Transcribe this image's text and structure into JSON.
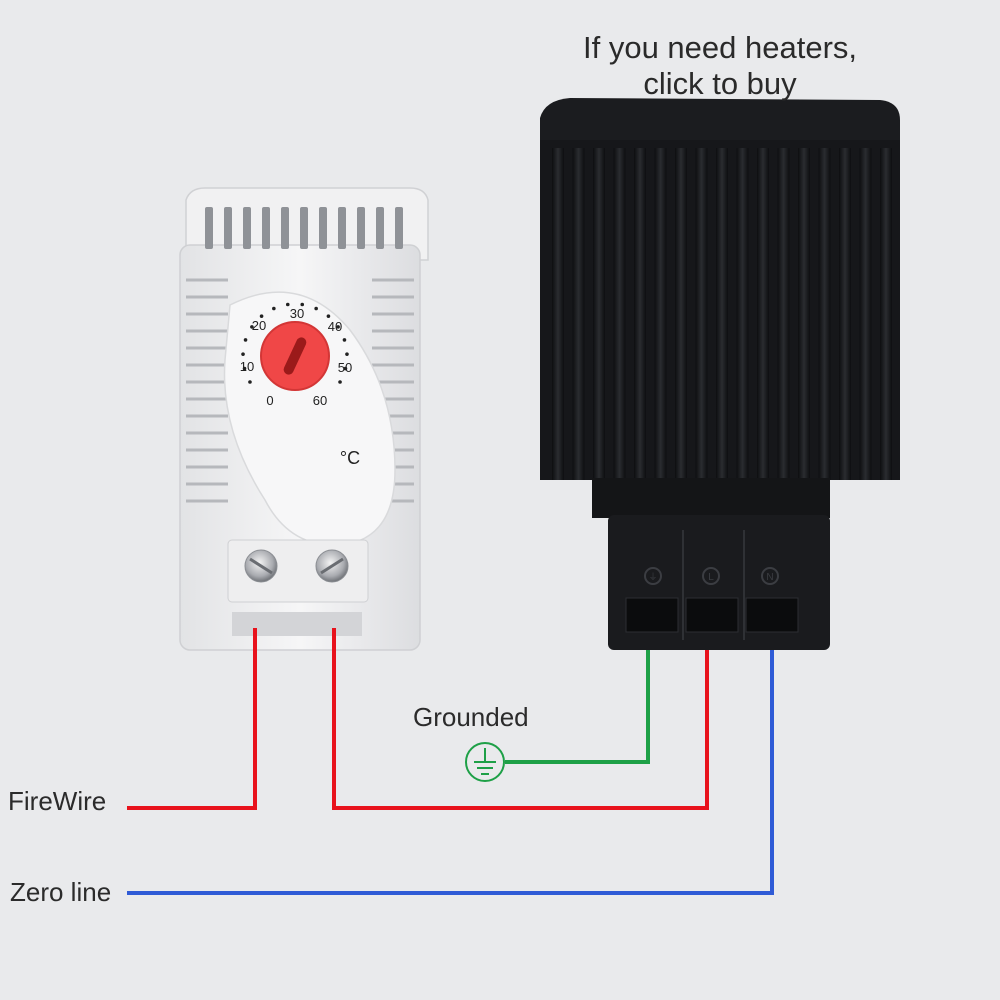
{
  "heater": {
    "title_line1": "If you need heaters,",
    "title_line2": "click to buy",
    "terminals": [
      "⏚",
      "L",
      "N"
    ]
  },
  "thermostat": {
    "dial_scale": [
      "0",
      "10",
      "20",
      "30",
      "40",
      "50",
      "60"
    ],
    "unit": "°C",
    "knob_color": "#f04747"
  },
  "wiring": {
    "grounded_label": "Grounded",
    "firewire_label": "FireWire",
    "zero_label": "Zero line",
    "colors": {
      "live": "#e8121c",
      "ground": "#1ea047",
      "neutral": "#2f5bd6"
    }
  }
}
